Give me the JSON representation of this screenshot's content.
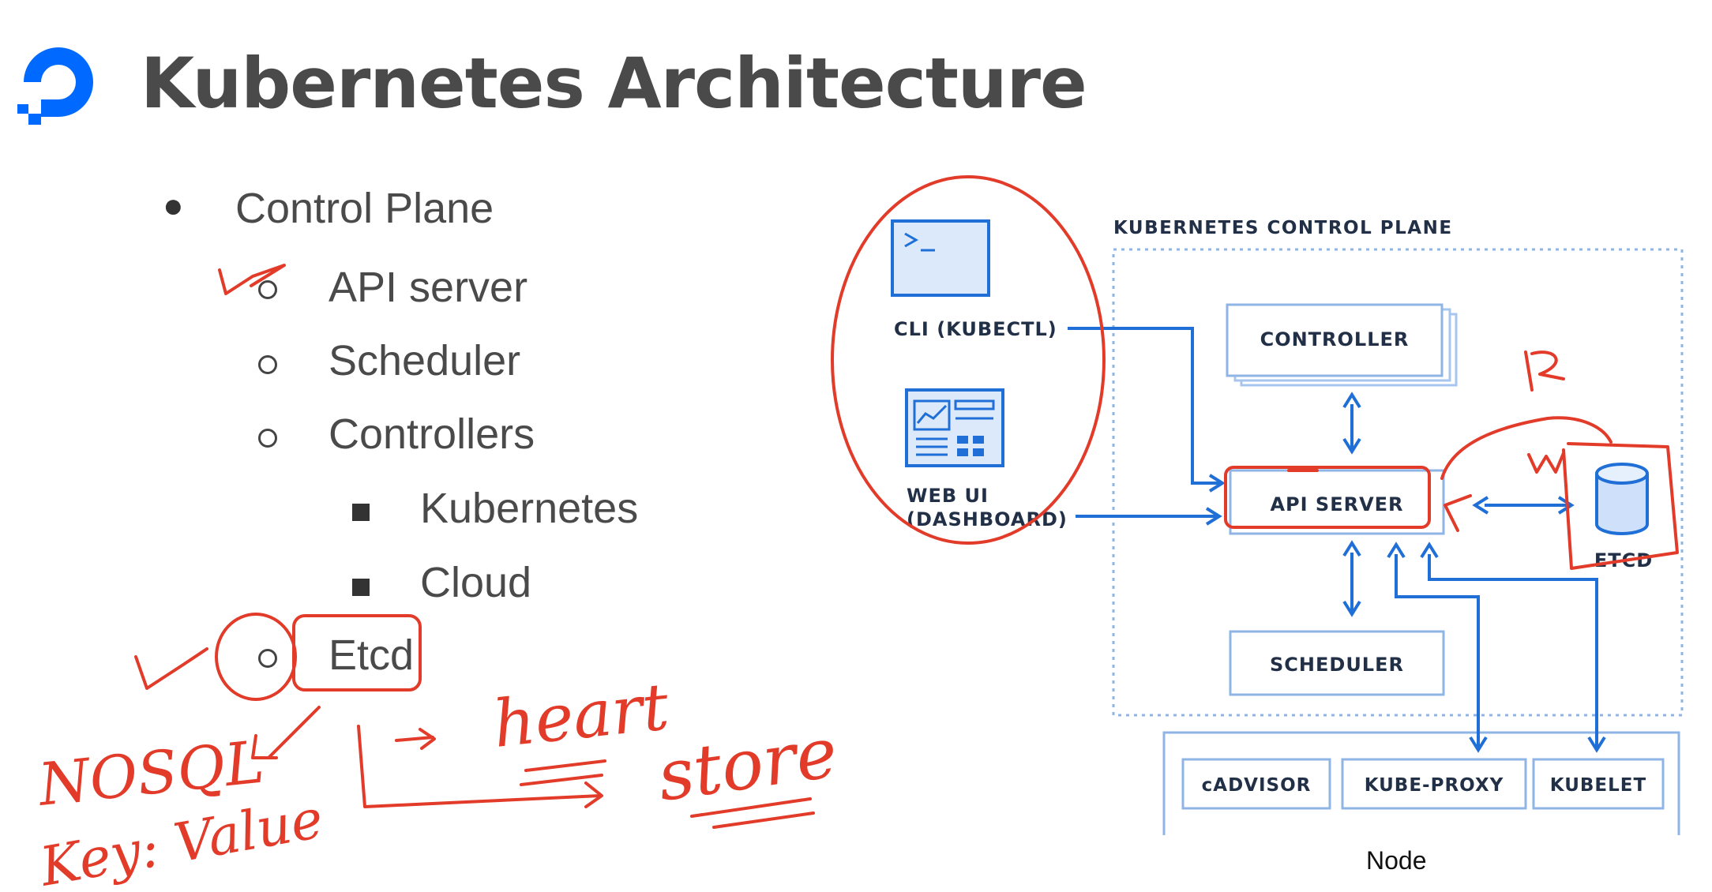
{
  "slide": {
    "title": "Kubernetes Architecture",
    "brand_color": "#0069ff",
    "ink_color": "#e23b2a",
    "diagram_color": "#1f6fd6"
  },
  "outline": {
    "level1": [
      "Control Plane"
    ],
    "level2": [
      "API server",
      "Scheduler",
      "Controllers"
    ],
    "level3": [
      "Kubernetes",
      "Cloud"
    ],
    "level2_last": "Etcd"
  },
  "diagram": {
    "header": "KUBERNETES CONTROL PLANE",
    "cli_label": "CLI (KUBECTL)",
    "webui_label_line1": "WEB UI",
    "webui_label_line2": "(DASHBOARD)",
    "controller": "CONTROLLER",
    "api_server": "API SERVER",
    "scheduler": "SCHEDULER",
    "etcd": "ETCD",
    "node_components": [
      "cADVISOR",
      "KUBE-PROXY",
      "KUBELET"
    ],
    "node_caption": "Node"
  },
  "annotations": {
    "nosql": "NOSQL",
    "key_value": "Key: Value",
    "heart": "heart",
    "store": "store",
    "r_mark": "R",
    "w_mark": "W",
    "arrow_mark": "->"
  }
}
